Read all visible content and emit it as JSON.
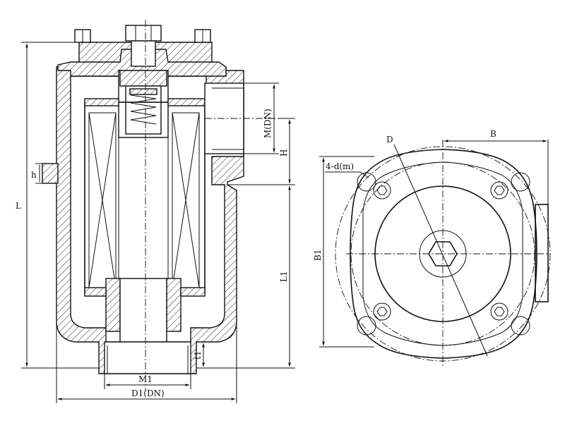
{
  "drawing": {
    "labels": {
      "L": "L",
      "h": "h",
      "H": "H",
      "M_DN": "M(DN)",
      "L1": "L1",
      "t1": "t1",
      "M1": "M1",
      "D1_DN": "D1(DN)",
      "D": "D",
      "B": "B",
      "B1": "B1",
      "bolt_holes": "4-d(m)"
    }
  }
}
